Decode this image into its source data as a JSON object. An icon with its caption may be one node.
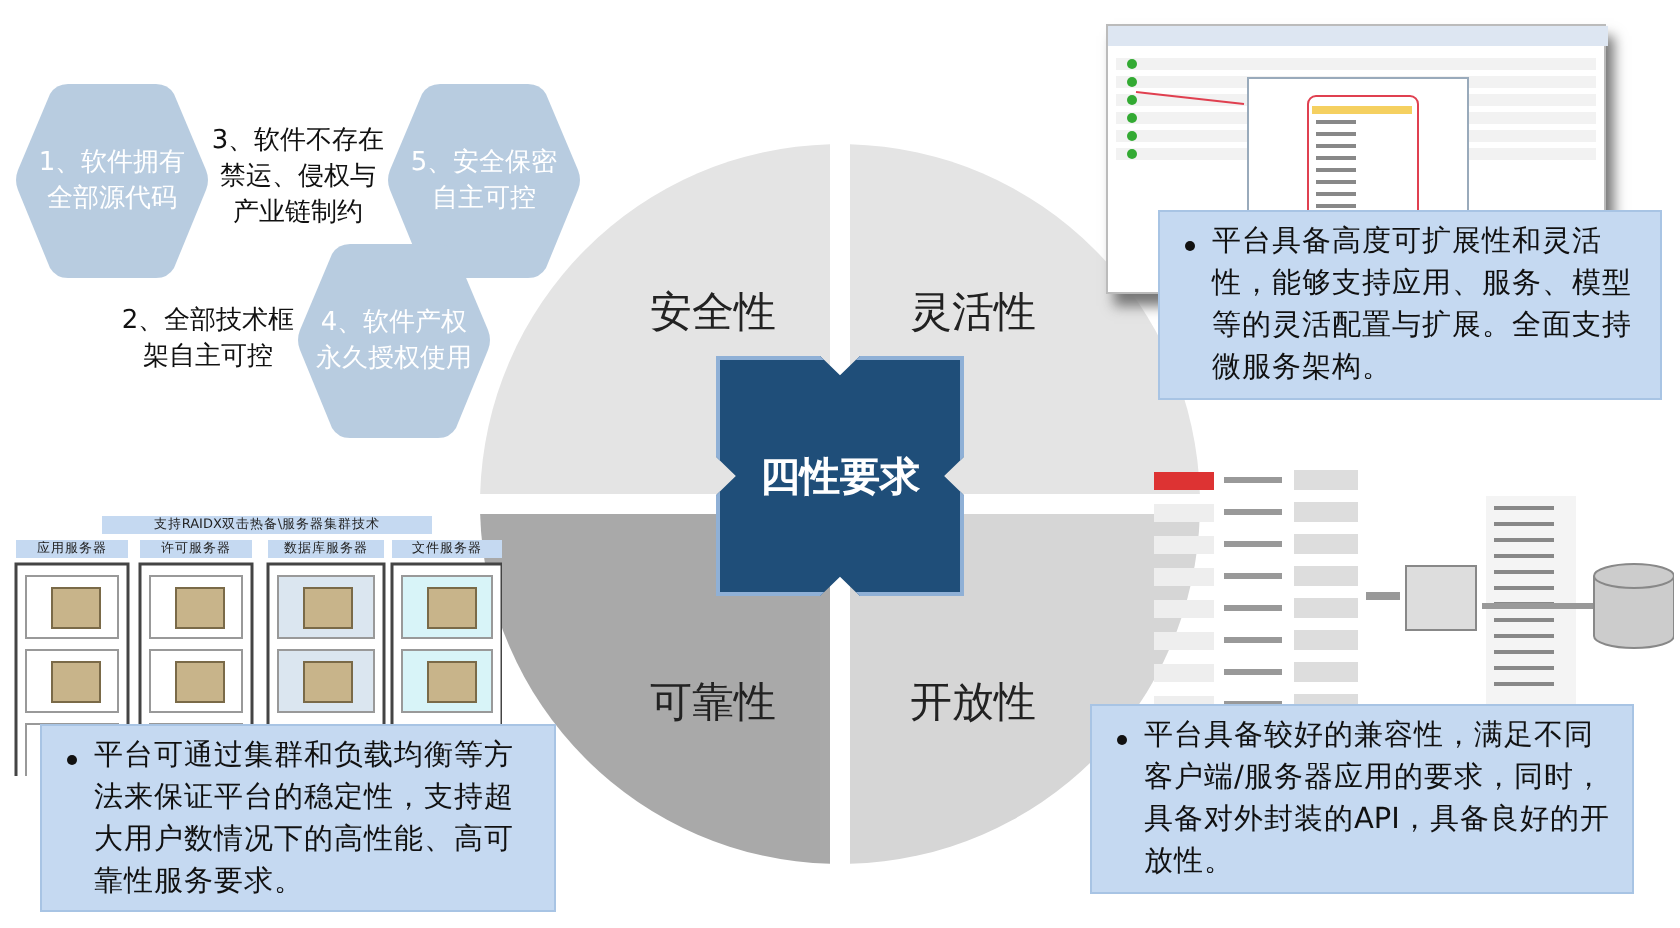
{
  "diagram": {
    "nodes": [
      {
        "text": [
          "1、软件拥有全部源代码"
        ]
      },
      {
        "text": [
          "5、安全保密自主可控"
        ]
      },
      {
        "text": [
          "4、软件产权永久授权使用"
        ]
      },
      {
        "text": [
          "安全性"
        ]
      },
      {
        "text": [
          "灵活性"
        ]
      },
      {
        "text": [
          "可靠性"
        ]
      },
      {
        "text": [
          "开放性"
        ]
      },
      {
        "text": [
          "四性要求"
        ]
      },
      {
        "text": [
          "平台具备高度可扩展性和灵活性，能够支持应用、服务、模型等的灵活配置与扩展。全面支持微服务架构。"
        ]
      },
      {
        "text": [
          "平台可通过集群和负载均衡等方法来保证平台的稳定性，支持超大用户数情况下的高性能、高可靠性服务要求。"
        ]
      },
      {
        "text": [
          "平台具备较好的兼容性，满足不同客户端/服务器应用的要求，同时，具备对外封装的API，具备良好的开放性。"
        ]
      }
    ],
    "labels": [
      "3、软件不存在禁运、侵权与产业链制约",
      "2、全部技术框架自主可控",
      "支持RAIDX双击热备\\服务器集群技术",
      "应用服务器",
      "许可服务器",
      "数据库服务器",
      "文件服务器"
    ]
  }
}
